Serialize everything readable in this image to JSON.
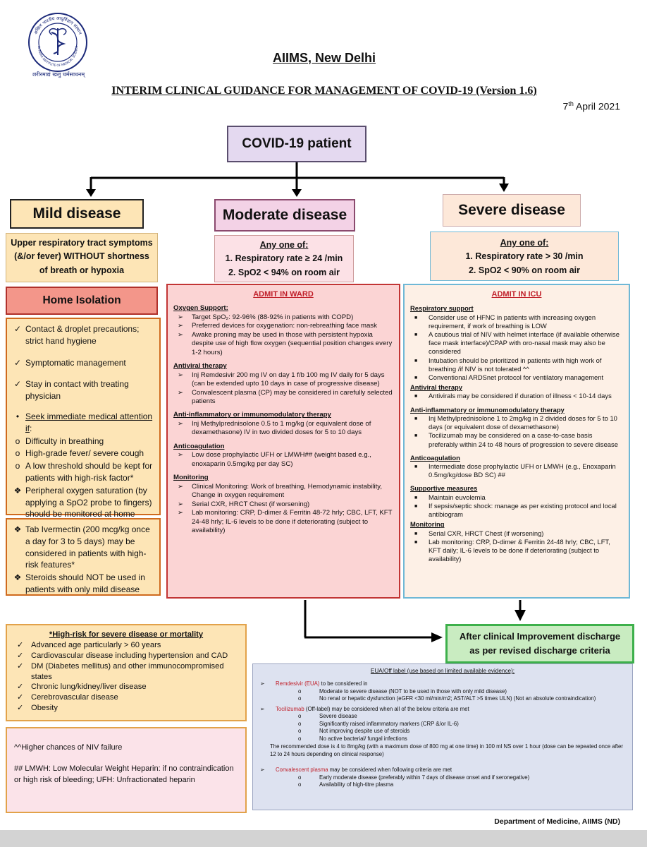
{
  "header": {
    "org_title": "AIIMS, New Delhi",
    "subtitle": "INTERIM CLINICAL GUIDANCE FOR MANAGEMENT OF COVID-19 (Version 1.6)",
    "date_day": "7",
    "date_suffix": "th",
    "date_rest": "April 2021",
    "logo_hindi_top": "अखिल भारतीय आयुर्विज्ञान संस्थान",
    "logo_english": "ALL INDIA INSTITUTE OF MEDICAL SCIENCES",
    "logo_motto": "शरीरमाद्यं खलु धर्मसाधनम्"
  },
  "patient": {
    "label": "COVID-19 patient"
  },
  "mild": {
    "title": "Mild disease",
    "criteria": [
      "Upper respiratory tract symptoms",
      "(&/or fever) WITHOUT shortness",
      "of breath or hypoxia"
    ],
    "isolation_title": "Home Isolation",
    "items": [
      {
        "mark": "✓",
        "text": "Contact & droplet precautions; strict hand hygiene"
      },
      {
        "mark": "✓",
        "text": "Symptomatic management"
      },
      {
        "mark": "✓",
        "text": "Stay in contact with treating physician"
      }
    ],
    "seek_label": "Seek immediate medical attention if",
    "seek_colon": ":",
    "seek_items": [
      {
        "mark": "o",
        "text": "Difficulty in breathing"
      },
      {
        "mark": "o",
        "text": "High-grade fever/ severe cough"
      },
      {
        "mark": "o",
        "text": "A low threshold should be kept for patients with high-risk factor*"
      },
      {
        "mark": "❖",
        "text": "Peripheral oxygen saturation (by applying a SpO2 probe to fingers) should be monitored at home"
      }
    ],
    "items2": [
      {
        "mark": "❖",
        "text": "Tab Ivermectin (200 mcg/kg once a day for 3 to 5 days) may be considered in patients with high-risk features*"
      },
      {
        "mark": "❖",
        "text": "Steroids should NOT be used in patients with only mild disease"
      }
    ]
  },
  "moderate": {
    "title": "Moderate disease",
    "criteria_head": "Any one of:",
    "criteria": [
      "1. Respiratory rate ≥ 24 /min",
      "2. SpO2 < 94% on room air"
    ],
    "admit": "ADMIT IN WARD",
    "sections": [
      {
        "title": "Oxygen Support:",
        "bullets": [
          "Target SpO₂: 92-96% (88-92% in patients with COPD)",
          "Preferred devices for oxygenation: non-rebreathing face mask",
          "Awake proning may be used in those with persistent hypoxia despite use of high flow oxygen (sequential position changes every 1-2 hours)"
        ]
      },
      {
        "title": "Antiviral therapy",
        "bullets": [
          "Inj Remdesivir 200 mg IV on day 1 f/b 100 mg IV daily for 5 days (can be extended upto 10 days in case of progressive disease)",
          "Convalescent plasma (CP) may be considered in carefully selected patients"
        ]
      },
      {
        "title": "Anti-inflammatory or immunomodulatory therapy",
        "bullets": [
          "Inj Methylprednisolone 0.5 to 1 mg/kg (or equivalent dose of dexamethasone) IV in two divided doses for 5 to 10 days"
        ]
      },
      {
        "title": "Anticoagulation",
        "bullets": [
          "Low dose prophylactic UFH or LMWH## (weight based e.g., enoxaparin 0.5mg/kg per day SC)"
        ]
      },
      {
        "title": "Monitoring",
        "bullets": [
          "Clinical Monitoring: Work of breathing, Hemodynamic instability, Change in oxygen requirement",
          "Serial CXR, HRCT Chest (if worsening)",
          "Lab monitoring: CRP, D-dimer & Ferritin 48-72 hrly; CBC, LFT, KFT 24-48 hrly; IL-6 levels to be done if deteriorating (subject to availability)"
        ]
      }
    ]
  },
  "severe": {
    "title": "Severe disease",
    "criteria_head": "Any one of:",
    "criteria": [
      "1. Respiratory rate > 30 /min",
      "2. SpO2 < 90% on room air"
    ],
    "admit": "ADMIT IN ICU",
    "sections": [
      {
        "title": "Respiratory support",
        "bullets": [
          "Consider use of HFNC in patients with increasing oxygen requirement, if work of breathing is LOW",
          "A cautious trial of NIV with helmet interface (if available otherwise face mask interface)/CPAP with oro-nasal mask may also be considered",
          "Intubation should be prioritized in patients with high work of breathing /if NIV is not tolerated ^^",
          "Conventional ARDSnet protocol for ventilatory management"
        ]
      },
      {
        "title": "Antiviral therapy",
        "bullets": [
          "Antivirals may be considered if duration of illness < 10-14 days"
        ]
      },
      {
        "title": "Anti-inflammatory or immunomodulatory therapy",
        "bullets": [
          "Inj Methylprednisolone 1 to 2mg/kg in 2 divided doses for 5 to 10 days (or equivalent dose of dexamethasone)",
          "Tocilizumab may be considered on a case-to-case basis preferably within 24 to 48 hours of progression to severe disease"
        ]
      },
      {
        "title": "Anticoagulation",
        "bullets": [
          "Intermediate dose prophylactic UFH or LMWH (e.g., Enoxaparin 0.5mg/kg/dose BD SC) ##"
        ]
      },
      {
        "title": "Supportive measures",
        "bullets": [
          "Maintain euvolemia",
          "If sepsis/septic shock: manage as per existing protocol and local antibiogram"
        ]
      },
      {
        "title": "Monitoring",
        "bullets": [
          "Serial CXR, HRCT Chest (if worsening)",
          "Lab monitoring: CRP, D-dimer & Ferritin 24-48 hrly; CBC, LFT, KFT daily; IL-6 levels to be done if deteriorating (subject to availability)"
        ]
      }
    ]
  },
  "high_risk": {
    "title": "*High-risk for severe disease or mortality",
    "items": [
      "Advanced age particularly > 60 years",
      "Cardiovascular disease including hypertension and CAD",
      "DM (Diabetes mellitus) and other immunocompromised states",
      "Chronic lung/kidney/liver disease",
      "Cerebrovascular disease",
      "Obesity"
    ]
  },
  "notes": {
    "niv": "^^Higher chances of NIV failure",
    "lmwh": "## LMWH: Low Molecular Weight Heparin: if no contraindication or high risk of bleeding; UFH: Unfractionated heparin"
  },
  "discharge": {
    "line1": "After clinical Improvement discharge",
    "line2": "as per revised discharge criteria"
  },
  "eua": {
    "title": "EUA/Off label (use based on limited available evidence):",
    "remdesivir_name": "Remdesivir (EUA)",
    "remdesivir_rest": " to be considered in",
    "remdesivir_items": [
      "Moderate to severe disease (NOT to be used in those with only mild disease)",
      "No renal or hepatic dysfunction (eGFR <30 ml/min/m2; AST/ALT >5 times ULN) (Not an absolute contraindication)"
    ],
    "toci_name": "Tocilizumab",
    "toci_rest": " (Off-label) may be considered when all of the below criteria are met",
    "toci_items": [
      "Severe disease",
      "Significantly raised inflammatory markers (CRP &/or IL-6)",
      "Not improving despite use of steroids",
      "No active bacterial/ fungal infections"
    ],
    "toci_dose": "The recommended dose is 4 to 8mg/kg (with a maximum dose of 800 mg at one time) in 100 ml NS over 1 hour (dose can be repeated once after 12 to 24 hours depending on clinical response)",
    "cp_name": "Convalescent plasma",
    "cp_rest": " may be considered when following criteria are met",
    "cp_items": [
      "Early moderate disease (preferably within 7 days of disease onset and if seronegative)",
      "Availability of high-titre plasma"
    ]
  },
  "footer": "Department of Medicine, AIIMS (ND)"
}
